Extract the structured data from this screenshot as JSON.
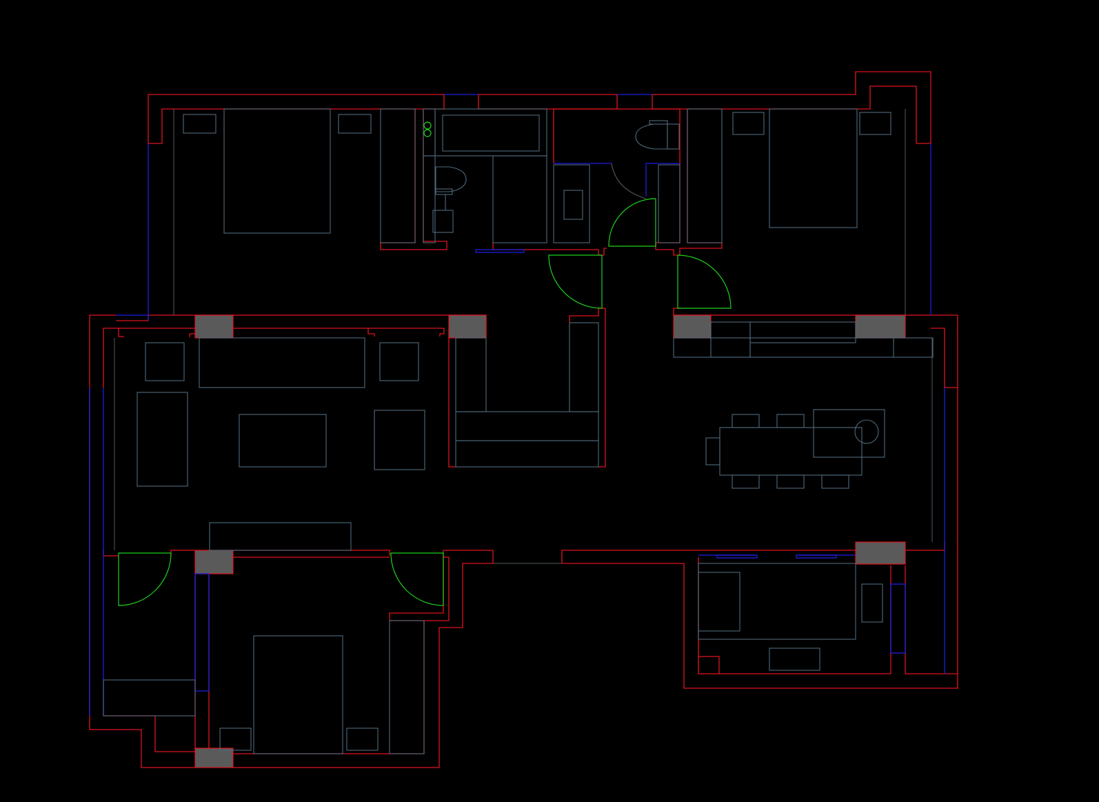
{
  "drawing": {
    "type": "cad-floor-plan",
    "background": "black",
    "text_labels": []
  },
  "colors": {
    "background": "#000000",
    "wall": "#e0141e",
    "window": "#1e1ee0",
    "furniture": "#4f6b7d",
    "door": "#1ed21e",
    "column": "#5a5a5a"
  },
  "legend_of_strokes": {
    "walls": "red",
    "windows": "blue",
    "furniture": "grey-blue",
    "doors": "green",
    "columns": "grey-fill"
  },
  "rooms": [
    {
      "id": "bedroom-top-left",
      "contents": [
        "double-bed",
        "nightstand",
        "nightstand",
        "wardrobe"
      ]
    },
    {
      "id": "bathroom-1",
      "contents": [
        "bathtub",
        "toilet",
        "cabinet",
        "vanity"
      ]
    },
    {
      "id": "bathroom-2",
      "contents": [
        "toilet",
        "vanity",
        "cabinet"
      ]
    },
    {
      "id": "bedroom-top-right",
      "contents": [
        "double-bed",
        "nightstand",
        "nightstand",
        "wardrobe"
      ]
    },
    {
      "id": "living-room",
      "contents": [
        "sofa",
        "armchair",
        "armchair",
        "coffee-table",
        "side-cabinet",
        "ottoman"
      ]
    },
    {
      "id": "kitchen",
      "contents": [
        "l-shaped-counter"
      ]
    },
    {
      "id": "dining-area",
      "contents": [
        "dining-table",
        "chair",
        "chair",
        "chair",
        "chair",
        "chair",
        "round-table"
      ]
    },
    {
      "id": "balcony-left",
      "contents": [
        "storage-cabinet"
      ]
    },
    {
      "id": "bedroom-bottom",
      "contents": [
        "double-bed",
        "nightstand",
        "nightstand",
        "wardrobe"
      ]
    },
    {
      "id": "study-bottom-right",
      "contents": [
        "desk",
        "cabinet",
        "shelf"
      ]
    }
  ]
}
